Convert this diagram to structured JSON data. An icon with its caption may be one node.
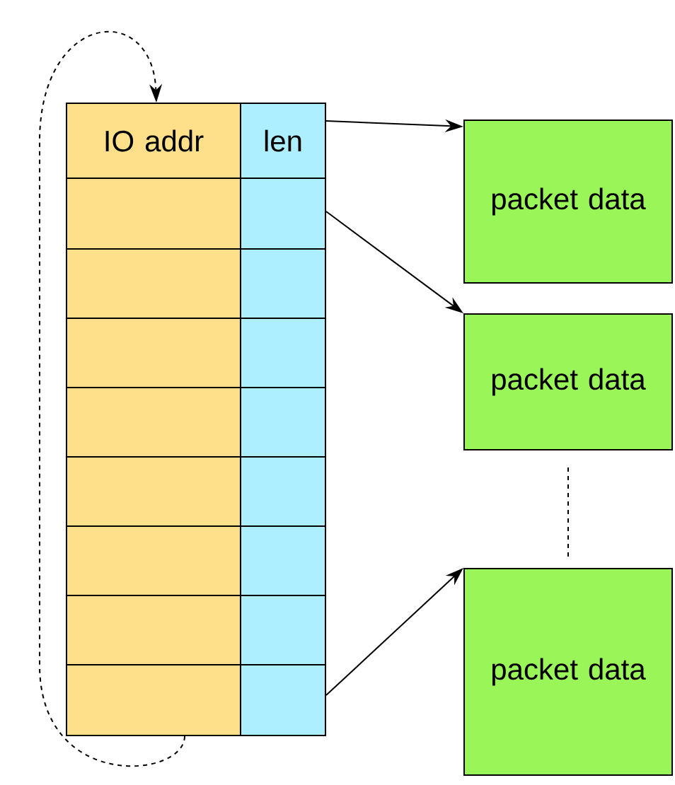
{
  "diagram": {
    "nodes": [
      {
        "text": [
          "IO addr"
        ]
      },
      {
        "text": [
          "len"
        ]
      },
      {
        "text": [],
        "shape": "box"
      },
      {
        "text": [],
        "shape": "box"
      },
      {
        "text": [],
        "shape": "box"
      },
      {
        "text": [],
        "shape": "box"
      },
      {
        "text": [],
        "shape": "box"
      },
      {
        "text": [],
        "shape": "box"
      },
      {
        "text": [],
        "shape": "box"
      },
      {
        "text": [],
        "shape": "box"
      },
      {
        "text": [],
        "shape": "box"
      },
      {
        "text": [],
        "shape": "box"
      },
      {
        "text": [],
        "shape": "box"
      },
      {
        "text": [],
        "shape": "box"
      },
      {
        "text": [],
        "shape": "box"
      },
      {
        "text": [],
        "shape": "box"
      },
      {
        "text": [],
        "shape": "box"
      },
      {
        "text": [],
        "shape": "box"
      },
      {
        "text": [
          "packet data"
        ]
      },
      {
        "text": [
          "packet data"
        ]
      },
      {
        "text": [
          "packet data"
        ]
      }
    ],
    "edges": [
      {
        "from": 1,
        "to": 18,
        "arrow": "to"
      },
      {
        "from": 3,
        "to": 19,
        "arrow": "to"
      },
      {
        "from": 17,
        "to": 20,
        "arrow": "to"
      },
      {
        "from": 16,
        "to": 0,
        "arrow": "to",
        "style": "dashed"
      },
      {
        "from": 19,
        "to": 20,
        "arrow": "none",
        "style": "dashed"
      }
    ]
  }
}
